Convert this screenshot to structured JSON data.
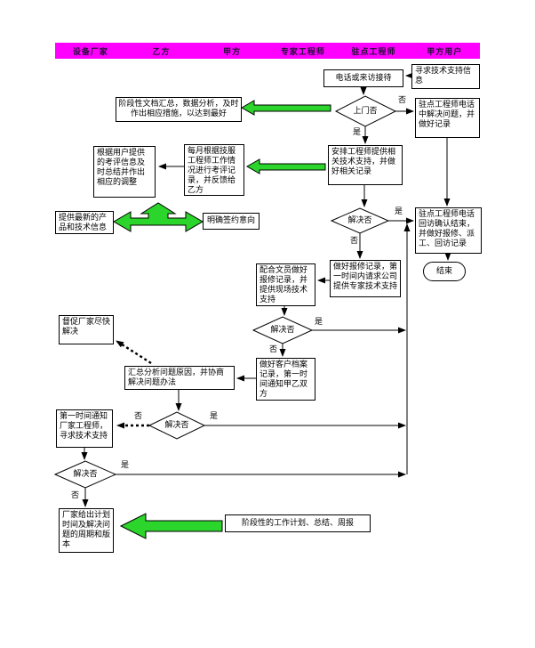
{
  "header": {
    "lanes": [
      "设备厂家",
      "乙方",
      "甲方",
      "专家工程师",
      "驻点工程师",
      "甲方用户"
    ]
  },
  "nodes": {
    "phone_reception": "电话或来访接待",
    "seek_support": "寻求技术支持信息",
    "stage_doc": "阶段性文档汇总，数据分析，及时作出相应措施，以达到最好",
    "resident_solve": "驻点工程师电话中解决问题，并做好记录",
    "monthly_eval": "每月根据技服工程师工作情况进行考评记录，并反馈给乙方",
    "user_adjust": "根据用户提供的考评信息及时总结并作出相应的调整",
    "arrange_engineer": "安排工程师提供相关技术支持，并做好相关记录",
    "latest_products": "提供最新的产品和技术信息",
    "sign_intent": "明确签约意向",
    "visit_confirm": "驻点工程师电话回访确认结束，并做好报修、派工、回访记录",
    "end_node": "结束",
    "repair_record": "做好报修记录，第一时间内请求公司提供专家技术支持",
    "coop_clerk": "配合文员做好报修记录，并提供现场技术支持",
    "customer_archive": "做好客户档案记录，第一时间通知甲乙双方",
    "urge_vendor": "督促厂家尽快解决",
    "analyze_cause": "汇总分析问题原因，并协商解决问题办法",
    "notify_vendor": "第一时间通知厂家工程师，寻求技术支持",
    "vendor_plan": "厂家给出计划时间及解决问题的周期和版本",
    "stage_plan": "阶段性的工作计划、总结、周报"
  },
  "decisions": {
    "onsite": "上门否",
    "solve1": "解决否",
    "solve2": "解决否",
    "solve3": "解决否",
    "solve4": "解决否"
  },
  "edge_labels": {
    "yes": "是",
    "no": "否"
  },
  "colors": {
    "lane_bar": "#ff00ff",
    "arrow_green": "#2bd52b",
    "line": "#000000"
  }
}
